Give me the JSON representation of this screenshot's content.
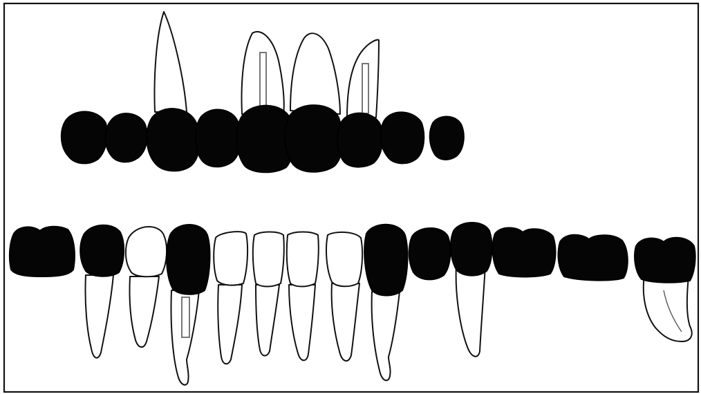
{
  "colors": {
    "background": "#ffffff",
    "outline": "#111111",
    "restoration": "#050505",
    "post": "#555555"
  },
  "upper_arch": {
    "units": [
      {
        "crown": "black",
        "root": false
      },
      {
        "crown": "black",
        "root": false
      },
      {
        "crown": "black",
        "root": true,
        "post": false
      },
      {
        "crown": "black",
        "root": false
      },
      {
        "crown": "black",
        "root": true,
        "post": true
      },
      {
        "crown": "black",
        "root": true,
        "post": false
      },
      {
        "crown": "black",
        "root": true,
        "post": true
      },
      {
        "crown": "black",
        "root": false
      },
      {
        "crown": "black",
        "root": false
      }
    ]
  },
  "lower_arch": {
    "units": [
      {
        "crown": "black-molar",
        "root": false
      },
      {
        "crown": "black",
        "root": true,
        "post": false
      },
      {
        "crown": "white",
        "root": true,
        "post": false
      },
      {
        "crown": "black",
        "root": true,
        "post": true
      },
      {
        "crown": "white",
        "root": true,
        "post": false
      },
      {
        "crown": "white",
        "root": true,
        "post": false
      },
      {
        "crown": "white",
        "root": true,
        "post": false
      },
      {
        "crown": "white",
        "root": true,
        "post": false
      },
      {
        "crown": "black",
        "root": true,
        "post": false
      },
      {
        "crown": "black",
        "root": false
      },
      {
        "crown": "black",
        "root": true,
        "post": false
      },
      {
        "crown": "black-molar",
        "root": false
      },
      {
        "crown": "black-molar",
        "root": false
      },
      {
        "crown": "black-molar",
        "root": true,
        "post": false
      }
    ]
  }
}
